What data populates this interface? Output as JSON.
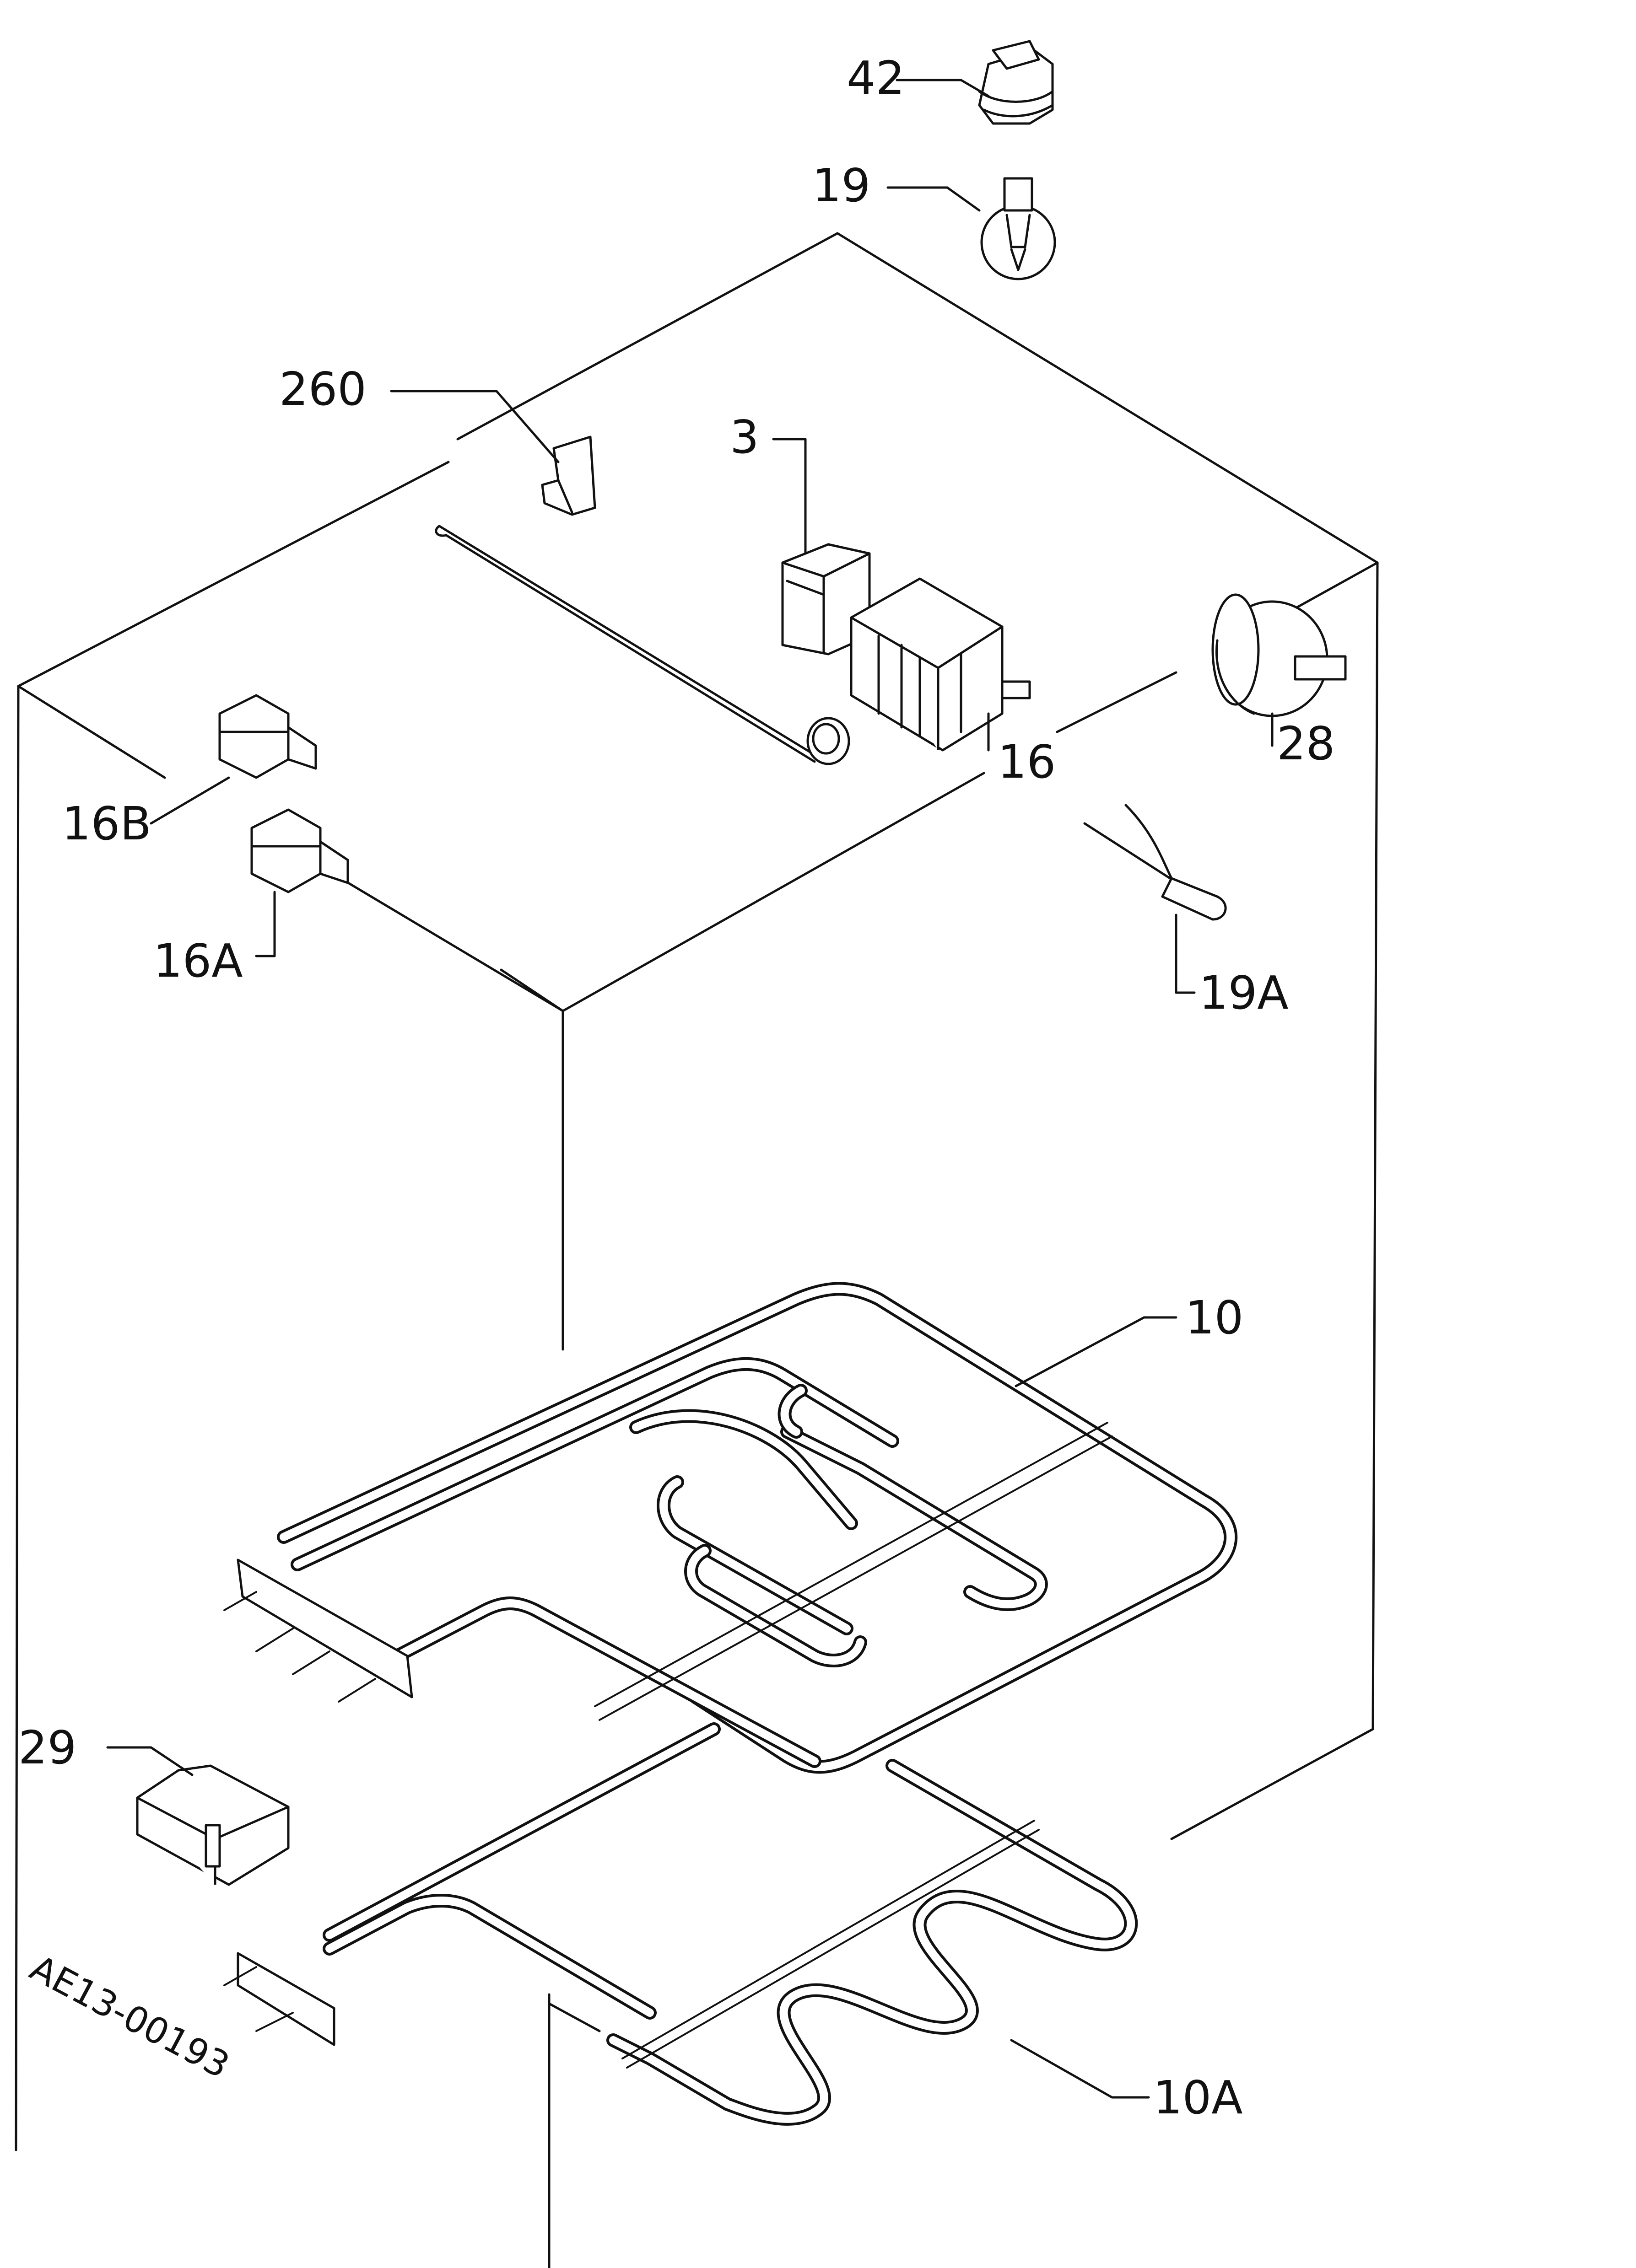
{
  "diagram": {
    "code": "AE13-00193",
    "parts": [
      {
        "key": "p42",
        "label": "42"
      },
      {
        "key": "p19",
        "label": "19"
      },
      {
        "key": "p260",
        "label": "260"
      },
      {
        "key": "p3",
        "label": "3"
      },
      {
        "key": "p28",
        "label": "28"
      },
      {
        "key": "p16",
        "label": "16"
      },
      {
        "key": "p16b",
        "label": "16B"
      },
      {
        "key": "p16a",
        "label": "16A"
      },
      {
        "key": "p19a",
        "label": "19A"
      },
      {
        "key": "p10",
        "label": "10"
      },
      {
        "key": "p29",
        "label": "29"
      },
      {
        "key": "p10a",
        "label": "10A"
      }
    ]
  }
}
